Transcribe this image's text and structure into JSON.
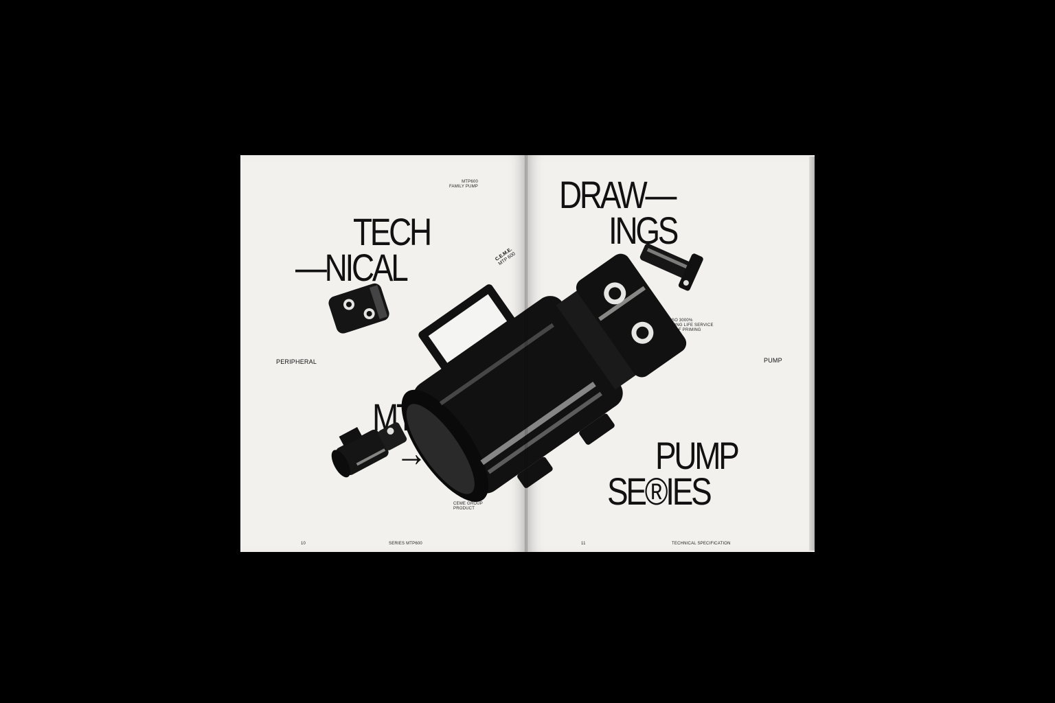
{
  "left_page": {
    "header_line1": "MTP600",
    "header_line2": "FAMILY PUMP",
    "title_line1": "TECH",
    "title_line2": "—NICAL",
    "side_label": "PERIPHERAL",
    "model_line1": "MTP",
    "model_line2": "→600",
    "credit_line1": "CEME GROUP",
    "credit_line2": "PRODUCT",
    "page_number": "10",
    "footer": "SERIES MTP600"
  },
  "right_page": {
    "title_line1": "DRAW—",
    "title_line2": "INGS",
    "features": [
      "ISO 3000%",
      "LONG LIFE SERVICE",
      "SELF PRIMING"
    ],
    "side_label": "PUMP",
    "series_line1": "PUMP",
    "series_line2": "SE®IES",
    "page_number": "11",
    "footer": "TECHNICAL SPECIFICATION"
  },
  "product_label": {
    "brand": "C.E.M.E.",
    "model": "MTP 600"
  },
  "colors": {
    "background": "#000000",
    "paper": "#f2f1ee",
    "ink": "#111111"
  }
}
